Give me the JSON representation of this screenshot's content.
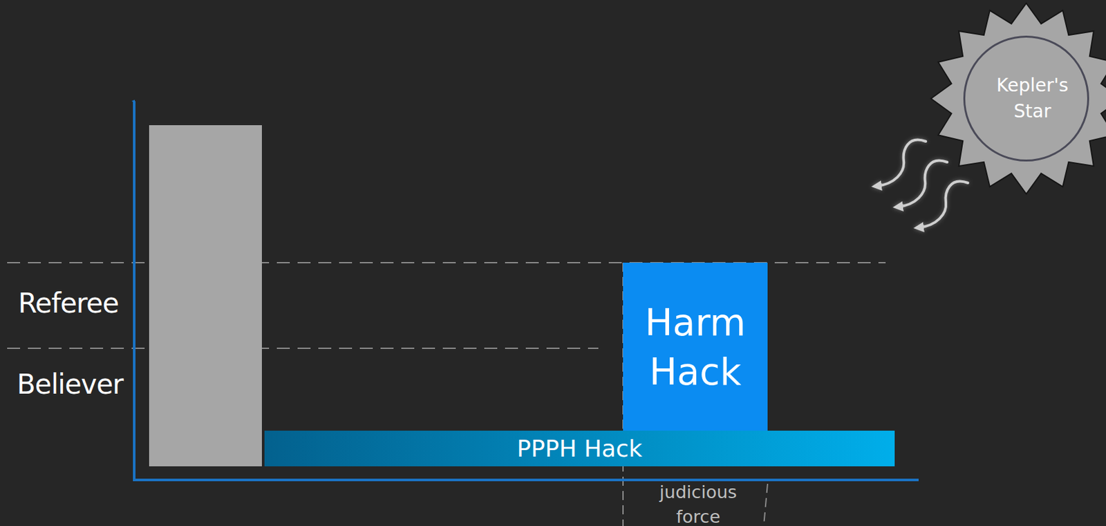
{
  "diagram": {
    "nodes": [
      {
        "text": [
          "Kepler's Star"
        ]
      },
      {
        "text": [
          "Harm Hack"
        ]
      },
      {
        "text": [
          "PPPH Hack"
        ]
      }
    ],
    "labels": [
      "Referee",
      "Believer",
      "judicious force"
    ]
  }
}
